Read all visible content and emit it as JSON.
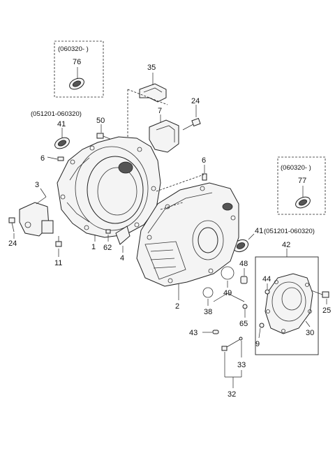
{
  "diagram": {
    "callouts": {
      "c76": "76",
      "c35": "35",
      "c24a": "24",
      "c7": "7",
      "c50": "50",
      "c41a": "41",
      "c6a": "6",
      "c6b": "6",
      "c3": "3",
      "c24b": "24",
      "c11": "11",
      "c1": "1",
      "c62": "62",
      "c4": "4",
      "c77": "77",
      "c41b": "41",
      "c42": "42",
      "c2": "2",
      "c48": "48",
      "c44": "44",
      "c49": "49",
      "c38": "38",
      "c25": "25",
      "c65": "65",
      "c30": "30",
      "c43": "43",
      "c9": "9",
      "c33": "33",
      "c32": "32"
    },
    "date_ranges": {
      "box76": "(060320- )",
      "label41a": "(051201-060320)",
      "box77": "(060320- )",
      "label41b": "(051201-060320)"
    }
  }
}
